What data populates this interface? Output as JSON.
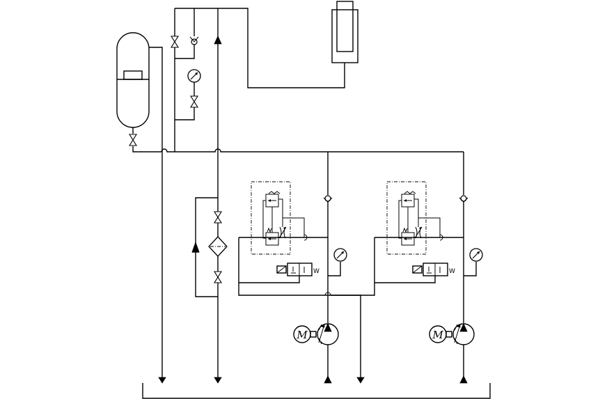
{
  "diagram": {
    "type": "hydraulic-circuit-schematic",
    "motor_label": "M",
    "solenoid_spring_label": "W",
    "colors": {
      "line": "#000000",
      "background": "#ffffff"
    },
    "components": [
      "accumulator",
      "hydraulic-cylinder",
      "pressure-gauge",
      "shutoff-valve",
      "check-valve",
      "filter",
      "relief-valve",
      "throttle-valve",
      "solenoid-directional-valve",
      "electric-motor",
      "variable-hydraulic-pump",
      "oil-tank"
    ]
  }
}
